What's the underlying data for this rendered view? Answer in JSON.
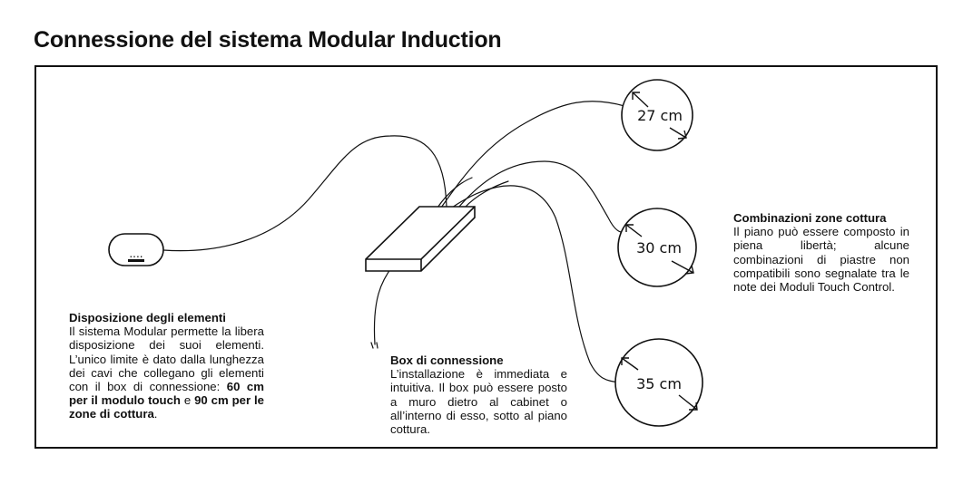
{
  "title": "Connessione del sistema Modular Induction",
  "left_block": {
    "heading": "Disposizione degli elementi",
    "text_1": "Il sistema Modular permette la libera disposizione dei suoi elementi. L’unico limite è dato dalla lunghezza dei cavi che collegano gli elementi con il box di connessione: ",
    "bold_1": "60 cm per il modulo touch",
    "text_2": " e ",
    "bold_2": "90 cm per le zone di cottura",
    "text_3": "."
  },
  "middle_block": {
    "heading": "Box di connessione",
    "text": "L’installazione è immediata e intuitiva. Il box può essere posto a muro dietro al cabinet o all’interno di esso, sotto al piano cottura."
  },
  "right_block": {
    "heading": "Combinazioni zone cottura",
    "text": "Il piano può essere composto in piena libertà; alcune combinazioni di piastre non compatibili sono segnalate tra le note dei Moduli Touch Control."
  },
  "cooking_zones": [
    {
      "label": "27 cm"
    },
    {
      "label": "30 cm"
    },
    {
      "label": "35 cm"
    }
  ],
  "touch_module": {
    "display": "...."
  }
}
